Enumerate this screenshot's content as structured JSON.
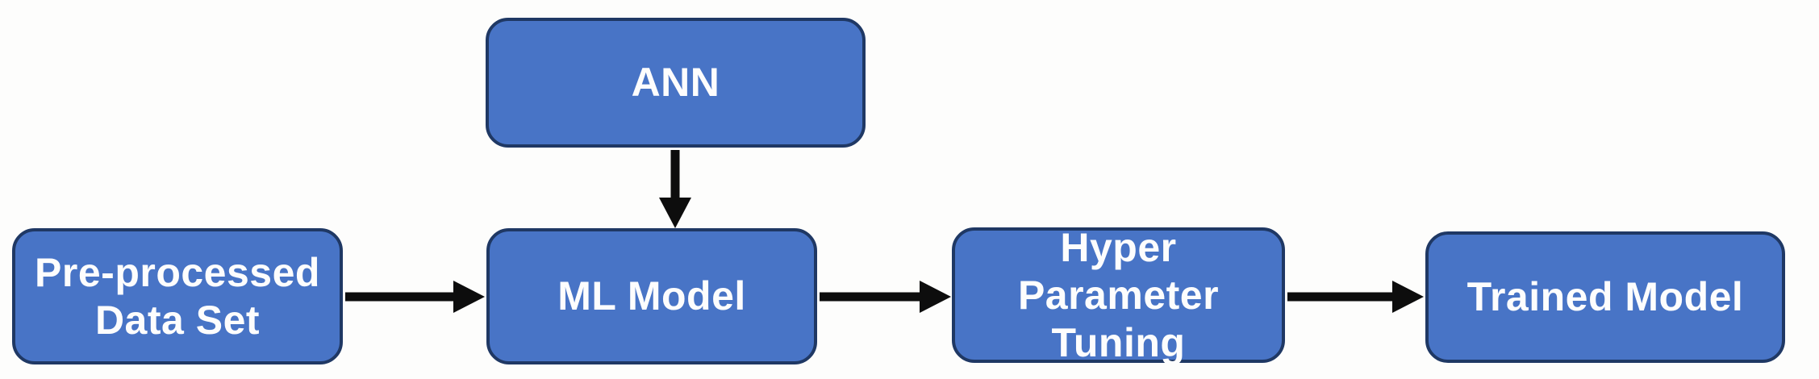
{
  "diagram": {
    "description": "Machine learning training pipeline flowchart",
    "nodes": [
      {
        "id": "ann",
        "label": "ANN"
      },
      {
        "id": "preprocessed",
        "label": "Pre-processed Data Set"
      },
      {
        "id": "ml-model",
        "label": "ML Model"
      },
      {
        "id": "hyperparam",
        "label": "Hyper Parameter Tuning"
      },
      {
        "id": "trained",
        "label": "Trained Model"
      }
    ],
    "edges": [
      {
        "from": "ann",
        "to": "ml-model",
        "direction": "down"
      },
      {
        "from": "preprocessed",
        "to": "ml-model",
        "direction": "right"
      },
      {
        "from": "ml-model",
        "to": "hyperparam",
        "direction": "right"
      },
      {
        "from": "hyperparam",
        "to": "trained",
        "direction": "right"
      }
    ],
    "colors": {
      "node_fill": "#4874C6",
      "node_border": "#1F3864",
      "node_text": "#FDFDFD",
      "arrow": "#0D0D0D",
      "background": "#FDFDFC"
    }
  }
}
